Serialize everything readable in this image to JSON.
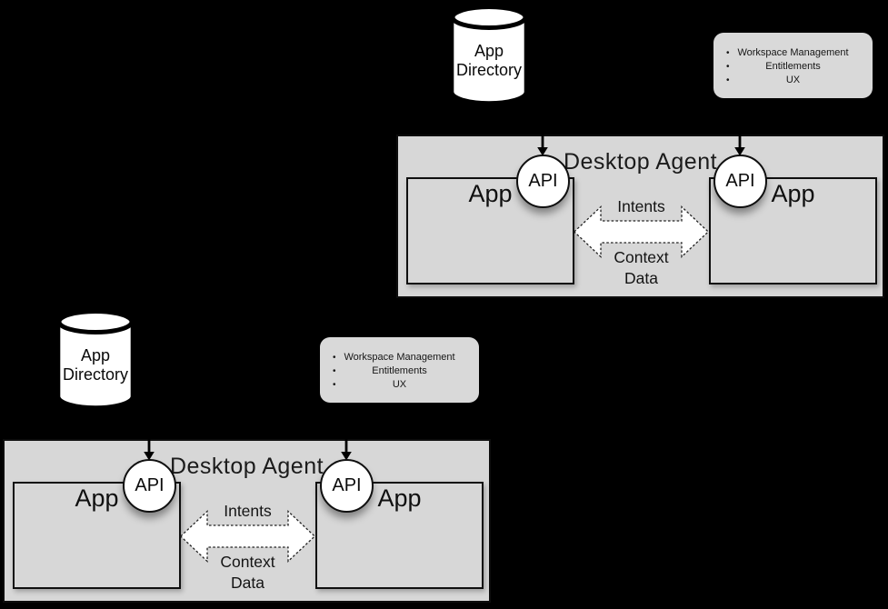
{
  "diagram": {
    "app_directory": {
      "line1": "App",
      "line2": "Directory"
    },
    "features": {
      "bullet": "•",
      "items": [
        "Workspace Management",
        "Entitlements",
        "UX"
      ]
    },
    "desktop_agent": {
      "title": "Desktop Agent"
    },
    "apps": {
      "label": "App",
      "api_label": "API"
    },
    "channel": {
      "intents": "Intents",
      "context_line1": "Context",
      "context_line2": "Data"
    },
    "colors": {
      "panel": "#d7d7d7",
      "callout": "#d9d9d9",
      "node_fill": "#ffffff",
      "stroke": "#111111",
      "text": "#161616"
    }
  },
  "instances": [
    {
      "name": "desktop-agent-diagram-top-right",
      "position": "top-right"
    },
    {
      "name": "desktop-agent-diagram-bottom-left",
      "position": "bottom-left"
    }
  ]
}
